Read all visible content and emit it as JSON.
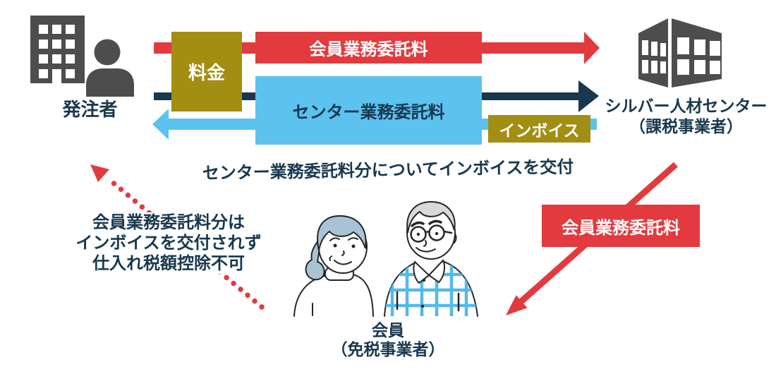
{
  "colors": {
    "red": "#E23A3F",
    "olive": "#A28E12",
    "navy": "#17384E",
    "light_blue": "#5CC2F0",
    "icon_gray": "#4D4D4D",
    "woman_hair": "#A9C3D6",
    "man_hair": "#D9D9D9",
    "plaid_blue": "#55B9E9"
  },
  "orderer": {
    "label": "発注者",
    "icon": "building-with-person-icon"
  },
  "silver_center": {
    "name": "シルバー人材センター",
    "subtitle": "（課税事業者）",
    "icon": "office-building-3d-icon"
  },
  "member": {
    "name": "会員",
    "subtitle": "（免税事業者）",
    "icon": "elderly-couple-illustration"
  },
  "flows": {
    "fee_box": "料金",
    "member_fee_top": "会員業務委託料",
    "center_fee": "センター業務委託料",
    "invoice_box": "インボイス",
    "member_fee_right": "会員業務委託料"
  },
  "notes": {
    "invoice_issued": "センター業務委託料分についてインボイスを交付",
    "no_invoice": [
      "会員業務委託料分は",
      "インボイスを交付されず",
      "仕入れ税額控除不可"
    ]
  }
}
